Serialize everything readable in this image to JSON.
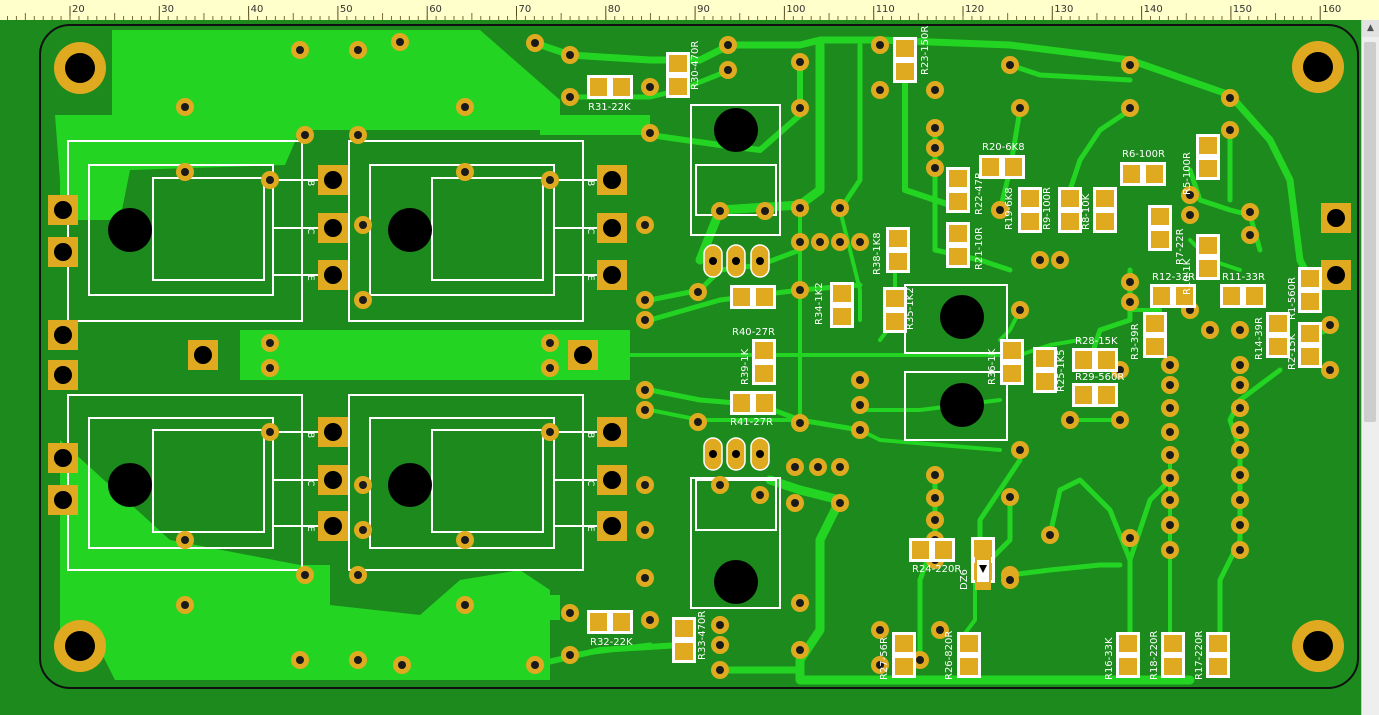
{
  "ruler": {
    "ticks": [
      "20",
      "30",
      "40",
      "50",
      "60",
      "70",
      "80",
      "90",
      "100",
      "110",
      "120",
      "130",
      "140",
      "150",
      "160"
    ]
  },
  "colors": {
    "board": "#1c8a1c",
    "copper": "#23d423",
    "pad": "#e0aa20",
    "silk": "#ffffff",
    "hole": "#000000"
  },
  "components": [
    "R30-470R",
    "R31-22K",
    "R23-150R",
    "R20-6K8",
    "R22-47R",
    "R21-10R",
    "R19-6K8",
    "R9-100R",
    "R8-10K",
    "R6-100R",
    "R5-100R",
    "R7-22R",
    "R10-1K",
    "R38-1K8",
    "R34-1K2",
    "R35-1K2",
    "R40-27R",
    "R12-33R",
    "R11-33R",
    "R1-560R",
    "R3-39R",
    "R14-39R",
    "R2-15K",
    "R28-15K",
    "R29-560R",
    "R36-1K",
    "R25-1K5",
    "R39-1K",
    "R41-27R",
    "R24-220R",
    "DZ6",
    "R27-56R",
    "R26-820R",
    "R16-33K",
    "R18-220R",
    "R17-220R",
    "R32-22K",
    "R33-470R"
  ],
  "transistor_labels": [
    "B",
    "C",
    "E"
  ],
  "scroll_up_glyph": "▲"
}
